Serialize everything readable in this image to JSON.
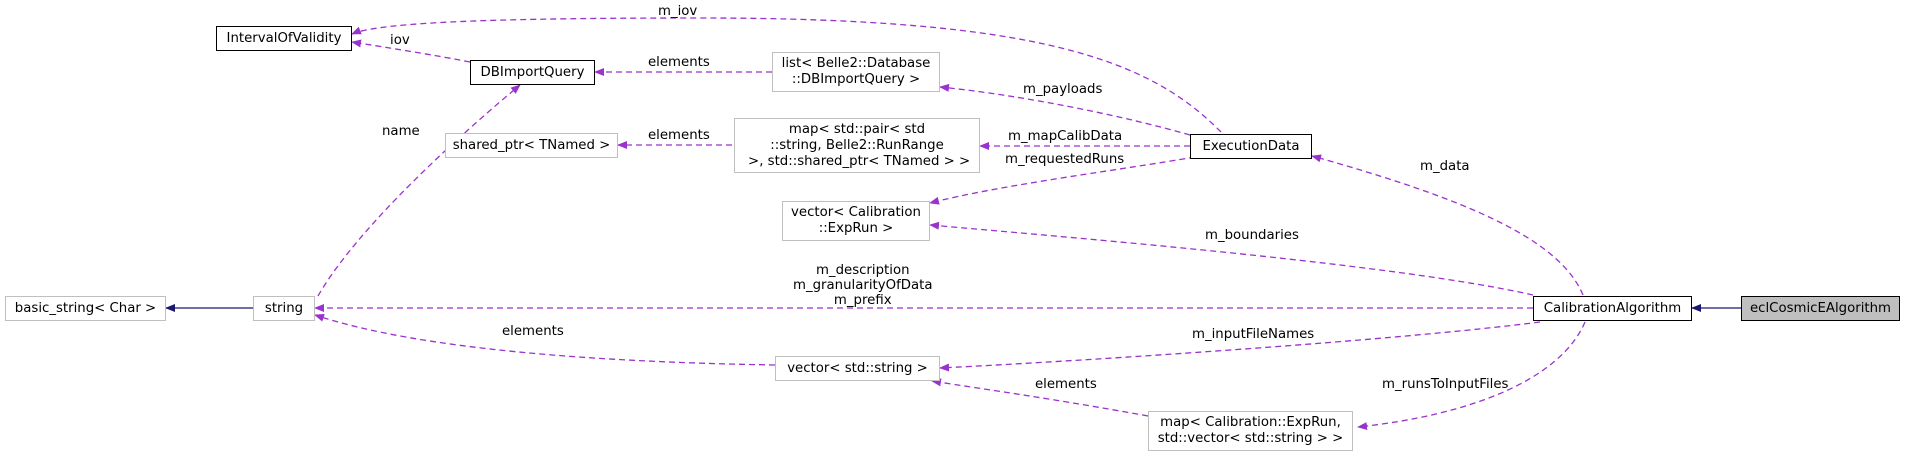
{
  "nodes": {
    "interval": "IntervalOfValidity",
    "dbimport": "DBImportQuery",
    "list_db": "list< Belle2::Database\n::DBImportQuery >",
    "shared_ptr": "shared_ptr< TNamed >",
    "map_pair": "map< std::pair< std\n::string, Belle2::RunRange\n >, std::shared_ptr< TNamed > >",
    "execution": "ExecutionData",
    "vector_cal": "vector< Calibration\n::ExpRun >",
    "basic_string": "basic_string< Char >",
    "string": "string",
    "calib_alg": "CalibrationAlgorithm",
    "ecl": "eclCosmicEAlgorithm",
    "vector_str": "vector< std::string >",
    "map_cal": "map< Calibration::ExpRun,\nstd::vector< std::string > >"
  },
  "edge_labels": {
    "m_iov": "m_iov",
    "iov": "iov",
    "elements_list": "elements",
    "m_payloads": "m_payloads",
    "name": "name",
    "elements_shared": "elements",
    "m_mapCalibData": "m_mapCalibData",
    "m_requestedRuns": "m_requestedRuns",
    "m_data": "m_data",
    "m_boundaries": "m_boundaries",
    "m_string_members": "m_description\nm_granularityOfData\nm_prefix",
    "elements_vec": "elements",
    "m_inputFileNames": "m_inputFileNames",
    "elements_map": "elements",
    "m_runsToInputFiles": "m_runsToInputFiles"
  },
  "colors": {
    "composition_edge": "#9a32cd",
    "inheritance_edge": "#191970",
    "main_node_border": "#000000",
    "external_node_border": "#bfbfbf",
    "focus_node_fill": "#bfbfbf"
  }
}
